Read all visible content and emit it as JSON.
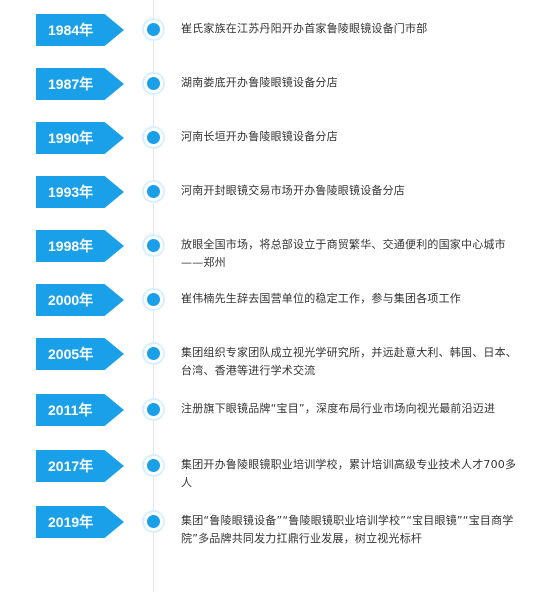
{
  "timeline": {
    "items": [
      {
        "year": "1984年",
        "text": "崔氏家族在江苏丹阳开办首家鲁陵眼镜设备门市部"
      },
      {
        "year": "1987年",
        "text": "湖南娄底开办鲁陵眼镜设备分店"
      },
      {
        "year": "1990年",
        "text": "河南长垣开办鲁陵眼镜设备分店"
      },
      {
        "year": "1993年",
        "text": "河南开封眼镜交易市场开办鲁陵眼镜设备分店"
      },
      {
        "year": "1998年",
        "text": "放眼全国市场，将总部设立于商贸繁华、交通便利的国家中心城市——郑州"
      },
      {
        "year": "2000年",
        "text": "崔伟楠先生辞去国营单位的稳定工作，参与集团各项工作"
      },
      {
        "year": "2005年",
        "text": "集团组织专家团队成立视光学研究所，并远赴意大利、韩国、日本、台湾、香港等进行学术交流"
      },
      {
        "year": "2011年",
        "text": "注册旗下眼镜品牌“宝目”，深度布局行业市场向视光最前沿迈进"
      },
      {
        "year": "2017年",
        "text": "集团开办鲁陵眼镜职业培训学校，累计培训高级专业技术人才700多人"
      },
      {
        "year": "2019年",
        "text": "集团“鲁陵眼镜设备”“鲁陵眼镜职业培训学校”“宝目眼镜”“宝目商学院”多品牌共同发力扛鼎行业发展，树立视光标杆"
      }
    ]
  },
  "colors": {
    "accent": "#1aa0e8",
    "text": "#333333",
    "line": "#e6e6e6"
  }
}
